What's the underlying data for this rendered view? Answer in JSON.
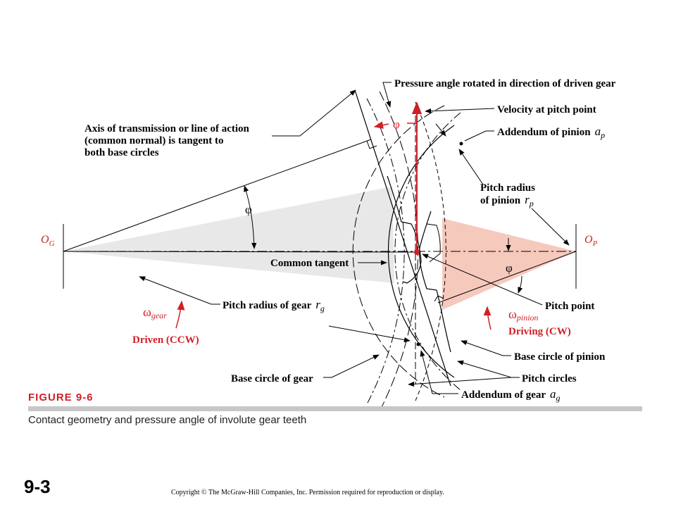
{
  "labels": {
    "pressure_angle_rotated": "Pressure angle rotated in direction of driven gear",
    "velocity_at_pitch_point": "Velocity at pitch point",
    "axis_line1": "Axis of transmission or line of action",
    "axis_line2": "(common normal) is tangent to",
    "axis_line3": "both base circles",
    "addendum_pinion": "Addendum of pinion",
    "addendum_pinion_sym": "a",
    "addendum_pinion_sub": "p",
    "pitch_radius_pinion_line1": "Pitch radius",
    "pitch_radius_pinion_line2": "of pinion",
    "pitch_radius_pinion_sym": "r",
    "pitch_radius_pinion_sub": "p",
    "og_sym": "O",
    "og_sub": "G",
    "op_sym": "O",
    "op_sub": "P",
    "common_tangent": "Common tangent",
    "phi": "φ",
    "pitch_radius_gear": "Pitch radius of gear",
    "pitch_radius_gear_sym": "r",
    "pitch_radius_gear_sub": "g",
    "pitch_point": "Pitch point",
    "omega": "ω",
    "omega_gear_sub": "gear",
    "omega_pinion_sub": "pinion",
    "driven": "Driven (CCW)",
    "driving": "Driving (CW)",
    "base_circle_pinion": "Base circle of pinion",
    "base_circle_gear": "Base circle of gear",
    "pitch_circles": "Pitch circles",
    "addendum_gear": "Addendum of gear",
    "addendum_gear_sym": "a",
    "addendum_gear_sub": "g"
  },
  "caption": {
    "figure": "FIGURE 9-6",
    "text": "Contact geometry and pressure angle of involute gear teeth"
  },
  "slide_number": "9-3",
  "copyright": "Copyright © The McGraw-Hill Companies, Inc. Permission required for reproduction or display.",
  "colors": {
    "accent_red": "#d11f26",
    "gear_fill": "#e8e8e8",
    "pinion_fill": "#f6c9bd"
  }
}
